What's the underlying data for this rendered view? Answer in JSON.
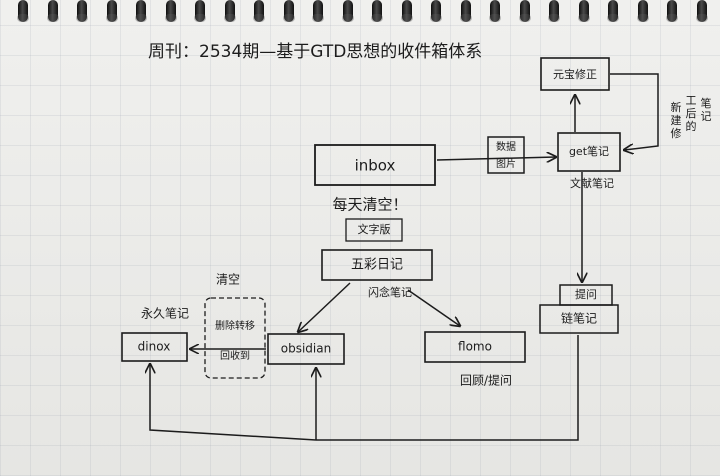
{
  "title": "周刊：2534期—基于GTD思想的收件箱体系",
  "nodes": {
    "inbox": "inbox",
    "image_data": "数据",
    "image_pic": "图片",
    "yuanbao": "元宝修正",
    "get": "get笔记",
    "get_sub": "文献笔记",
    "right_notes": [
      "新",
      "建",
      "修",
      "工",
      "后",
      "的",
      "笔",
      "记"
    ],
    "daily": "每天清空！",
    "text_version": "文字版",
    "wucai": "五彩日记",
    "flash": "闪念笔记",
    "qingkong": "清空",
    "delete_transfer": "删除转移",
    "refine": "回收到",
    "permanent": "永久笔记",
    "dinox": "dinox",
    "obsidian": "obsidian",
    "flomo": "flomo",
    "review": "回顾/提问",
    "ask": "提问",
    "linked": "链笔记"
  }
}
